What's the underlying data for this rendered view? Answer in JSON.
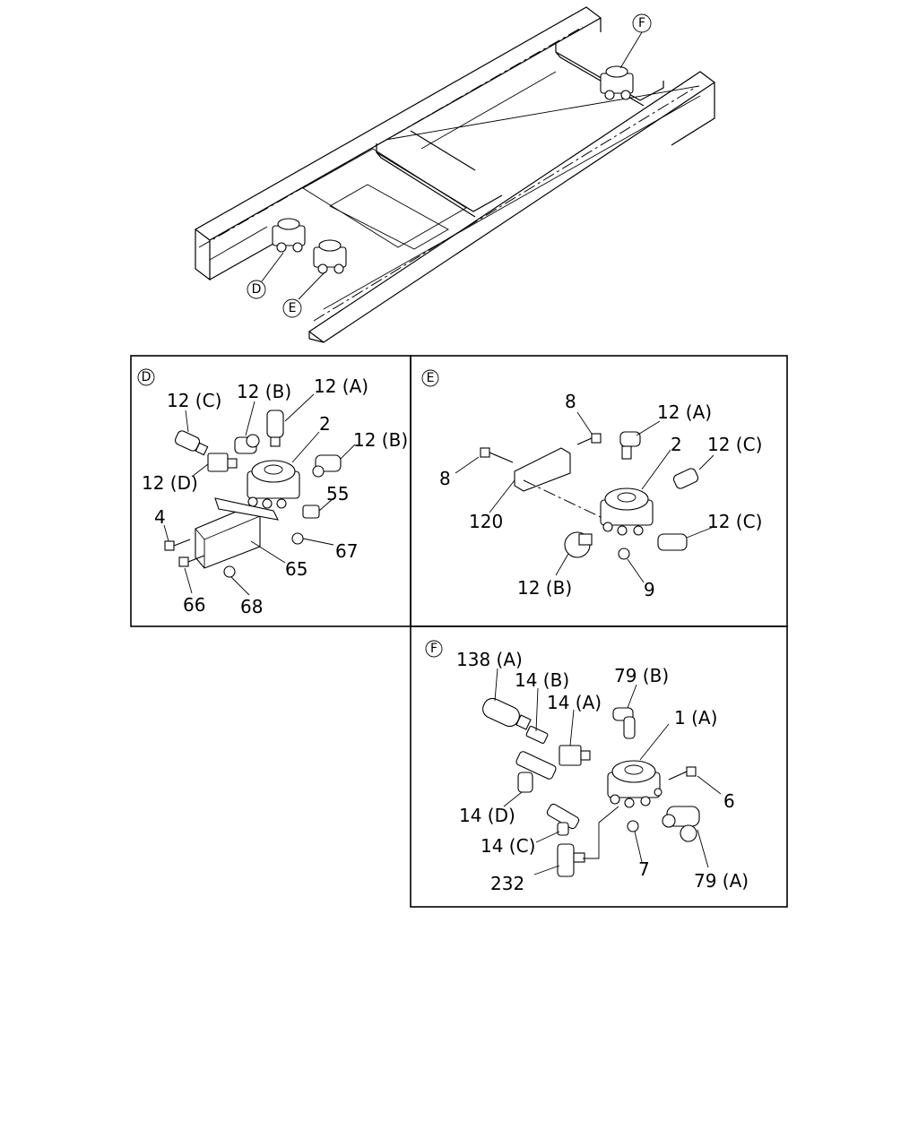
{
  "overview": {
    "callout_f": "F",
    "callout_d": "D",
    "callout_e": "E"
  },
  "panel_d": {
    "ref": "D",
    "labels": {
      "l12c": "12 (C)",
      "l12b_top": "12 (B)",
      "l12a": "12 (A)",
      "l2": "2",
      "l12b_right": "12 (B)",
      "l12d": "12 (D)",
      "l55": "55",
      "l4": "4",
      "l67": "67",
      "l65": "65",
      "l66": "66",
      "l68": "68"
    }
  },
  "panel_e": {
    "ref": "E",
    "labels": {
      "l8_top": "8",
      "l12a": "12 (A)",
      "l2": "2",
      "l12c_top": "12 (C)",
      "l8_left": "8",
      "l120": "120",
      "l12c_right": "12 (C)",
      "l12b": "12 (B)",
      "l9": "9"
    }
  },
  "panel_f": {
    "ref": "F",
    "labels": {
      "l138a": "138 (A)",
      "l14b": "14 (B)",
      "l14a": "14 (A)",
      "l79b": "79 (B)",
      "l1a": "1 (A)",
      "l6": "6",
      "l14d": "14 (D)",
      "l14c": "14 (C)",
      "l7": "7",
      "l232": "232",
      "l79a": "79 (A)"
    }
  }
}
